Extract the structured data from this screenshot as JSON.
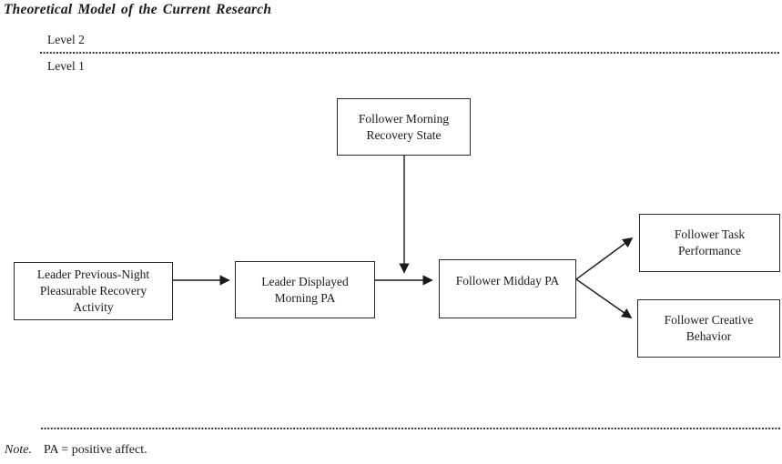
{
  "figure": {
    "title": "Theoretical Model of the Current Research",
    "level2_label": "Level 2",
    "level1_label": "Level 1",
    "note_prefix": "Note.",
    "note_text": "PA = positive affect."
  },
  "boxes": {
    "recovery_state": "Follower Morning\nRecovery State",
    "leader_recovery_activity": "Leader Previous-Night\nPleasurable Recovery\nActivity",
    "leader_morning_pa": "Leader Displayed\nMorning PA",
    "follower_midday_pa": "Follower Midday PA",
    "task_performance": "Follower Task\nPerformance",
    "creative_behavior": "Follower Creative\nBehavior"
  },
  "edges": [
    {
      "from": "leader_recovery_activity",
      "to": "leader_morning_pa",
      "type": "direct"
    },
    {
      "from": "leader_morning_pa",
      "to": "follower_midday_pa",
      "type": "direct"
    },
    {
      "from": "recovery_state",
      "to": "leader_morning_pa->follower_midday_pa",
      "type": "moderation"
    },
    {
      "from": "follower_midday_pa",
      "to": "task_performance",
      "type": "direct"
    },
    {
      "from": "follower_midday_pa",
      "to": "creative_behavior",
      "type": "direct"
    }
  ],
  "colors": {
    "ink": "#1a1a1a",
    "box_border": "#2b2b2b",
    "background": "#ffffff"
  }
}
